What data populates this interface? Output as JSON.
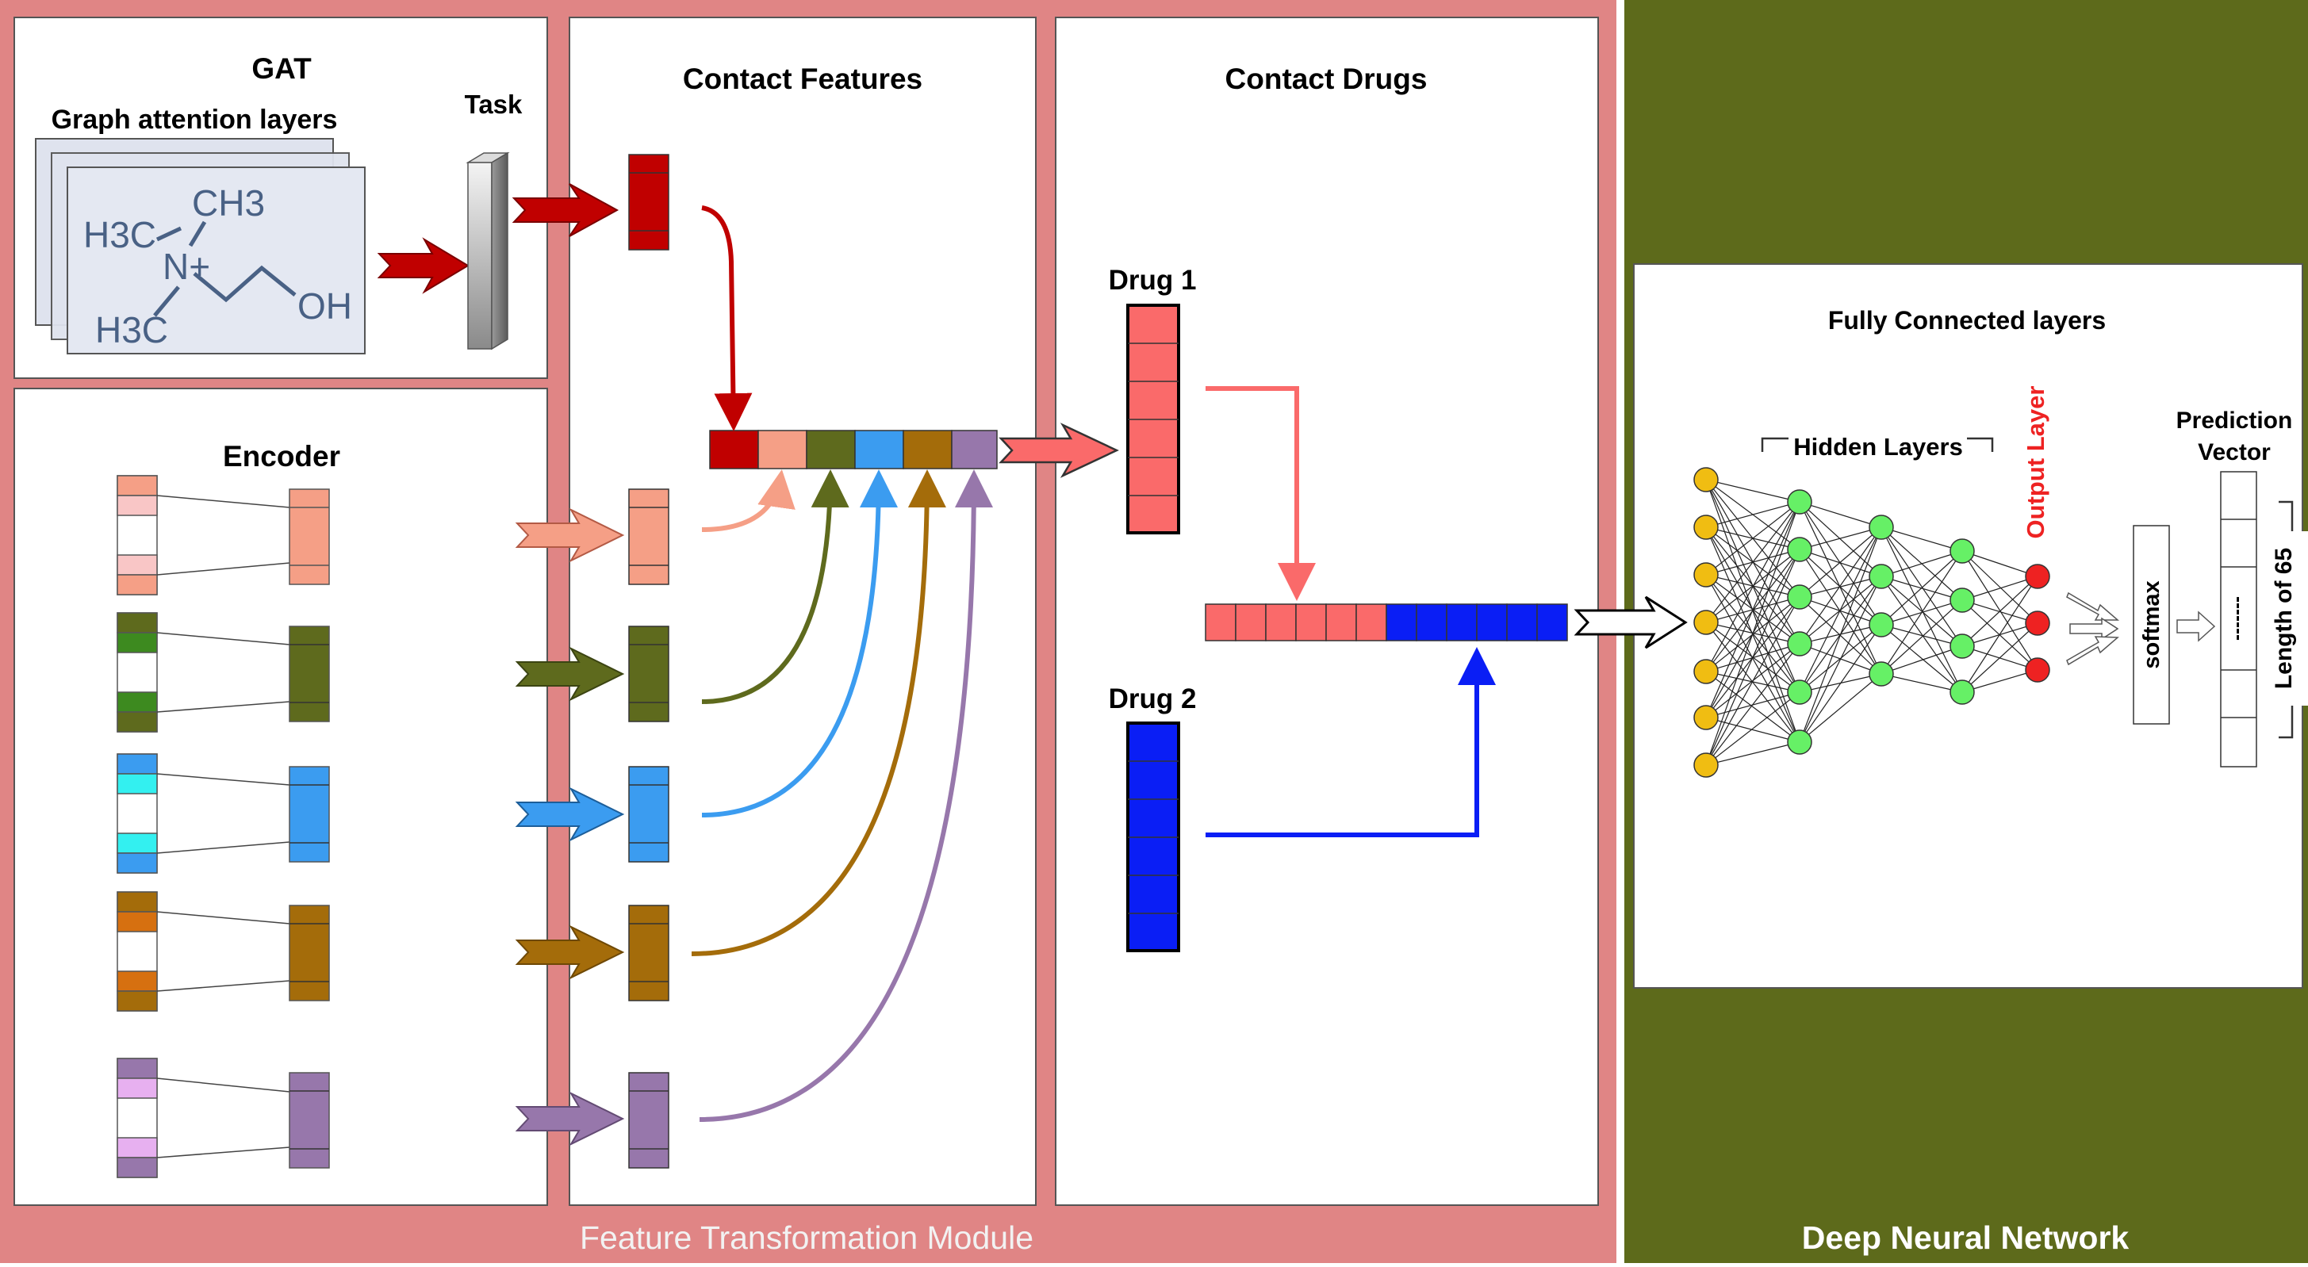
{
  "colors": {
    "pink_bg": "#e08585",
    "olive_bg": "#5d6a1b",
    "red": "#c00000",
    "salmon": "#f59f86",
    "olive": "#5e6a1d",
    "sky": "#3b9cf0",
    "amber": "#a46c0a",
    "purple": "#9777ab",
    "drug1": "#fa6a6a",
    "drug2": "#0a1ef5",
    "yellow_node": "#f0bd12",
    "green_node": "#66f066",
    "red_node": "#ee2222"
  },
  "gat": {
    "title": "GAT",
    "subtitle": "Graph attention layers",
    "task_label": "Task",
    "molecule": {
      "ch3_top": "CH3",
      "h3c_left": "H3C",
      "n_plus": "N+",
      "h3c_bottom": "H3C",
      "oh": "OH"
    }
  },
  "encoder": {
    "title": "Encoder"
  },
  "contact_features": {
    "title": "Contact Features"
  },
  "contact_drugs": {
    "title": "Contact Drugs",
    "drug1_label": "Drug 1",
    "drug2_label": "Drug 2"
  },
  "fully_connected": {
    "title": "Fully Connected layers",
    "hidden_layers_label": "Hidden Layers",
    "output_layer_label": "Output Layer",
    "prediction_vector_line1": "Prediction",
    "prediction_vector_line2": "Vector",
    "softmax_label": "softmax",
    "length_label": "Length of 65",
    "dots_label": "-------"
  },
  "footer": {
    "left_module": "Feature Transformation Module",
    "right_module": "Deep Neural Network"
  }
}
